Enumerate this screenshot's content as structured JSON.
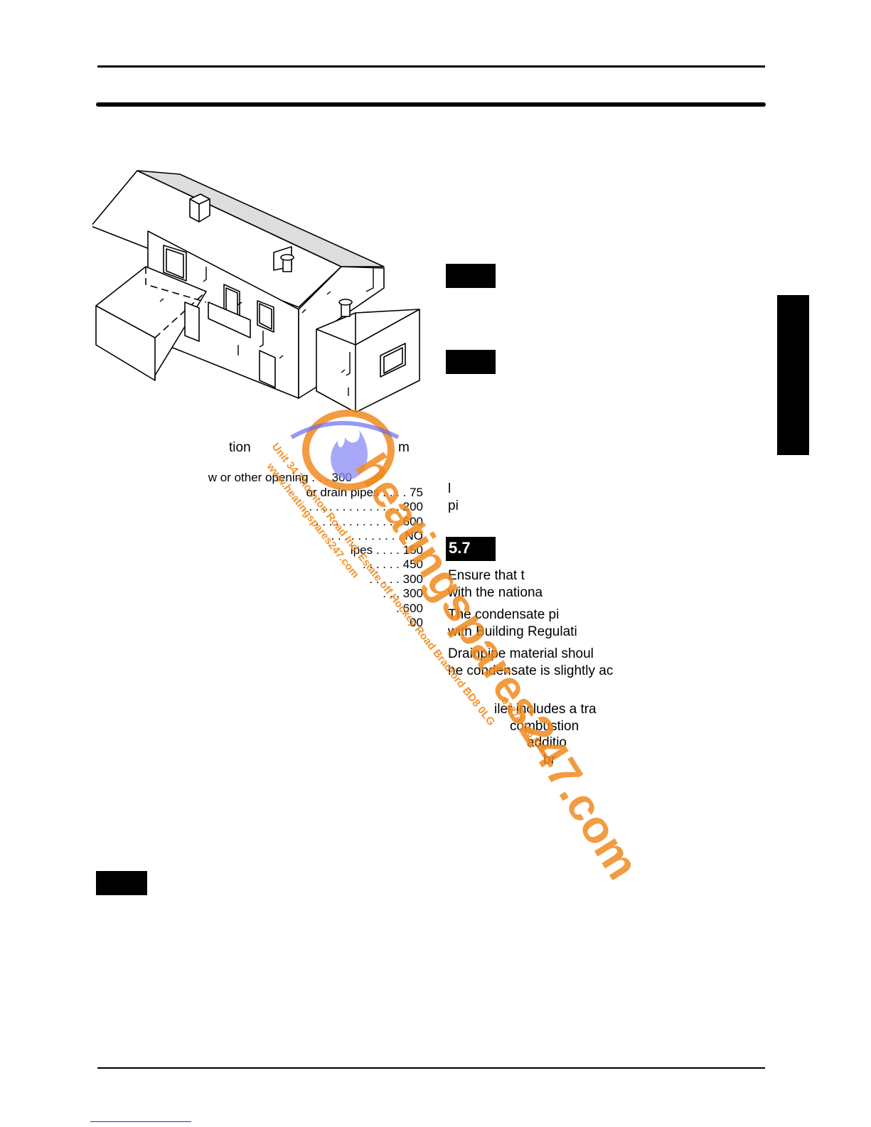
{
  "section_labels": {
    "label_5_7": "5.7"
  },
  "table": {
    "header_left": "tion",
    "header_right": "m",
    "rows": [
      {
        "text": "w or other opening",
        "value": "300"
      },
      {
        "text": "or drain pipes",
        "value": "75"
      },
      {
        "text": "",
        "value": "200"
      },
      {
        "text": "",
        "value": "600"
      },
      {
        "text": "",
        "value": "NO"
      },
      {
        "text": "ipes",
        "value": "150"
      },
      {
        "text": "",
        "value": "450"
      },
      {
        "text": "",
        "value": "300"
      },
      {
        "text": "",
        "value": "300"
      },
      {
        "text": "",
        "value": "600"
      },
      {
        "text": "",
        "value": "00"
      }
    ]
  },
  "right_column": {
    "line_l": "l",
    "line_pi": "pi",
    "para1_a": "Ensure  that  t",
    "para1_b": "with the nationa",
    "para2_a": "The condensate pi",
    "para2_b": "with Building Regulati",
    "para3_a": "Drainpipe material shoul",
    "para3_b": " he condensate is slightly ac",
    "para3_c": ".",
    "para4_a": "iler includes a tra",
    "para4_b": "combustion",
    "para4_c": "additio",
    "para4_d": "br"
  },
  "watermark": {
    "brand": "heatingspares247.com",
    "address": "Unit 34 Thornton Road Ind. Estate off Hockey Road Bradford BD8 0LG",
    "website": "www.heatingspares247.com",
    "phone": "01274 498 898",
    "colors": {
      "orange": "#f08a1e",
      "blue": "#6a6cf0"
    }
  }
}
